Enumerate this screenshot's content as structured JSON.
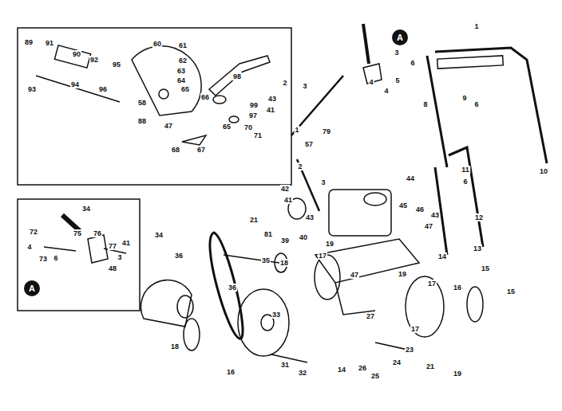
{
  "diagram": {
    "nodes": [
      {
        "text": [
          "A"
        ]
      },
      {
        "text": [
          "A"
        ]
      }
    ],
    "labels": [
      "89",
      "91",
      "90",
      "92",
      "95",
      "93",
      "94",
      "96",
      "60",
      "61",
      "62",
      "63",
      "64",
      "58",
      "65",
      "88",
      "47",
      "66",
      "98",
      "99",
      "97",
      "43",
      "41",
      "65",
      "70",
      "71",
      "68",
      "67",
      "1",
      "3",
      "5",
      "4",
      "4",
      "6",
      "2",
      "3",
      "9",
      "6",
      "8",
      "10",
      "11",
      "6",
      "12",
      "13",
      "14",
      "1",
      "79",
      "57",
      "2",
      "3",
      "42",
      "41",
      "43",
      "44",
      "45",
      "46",
      "43",
      "47",
      "21",
      "81",
      "39",
      "40",
      "19",
      "17",
      "36",
      "35",
      "18",
      "47",
      "19",
      "17",
      "16",
      "15",
      "34",
      "36",
      "33",
      "18",
      "16",
      "31",
      "32",
      "14",
      "27",
      "26",
      "25",
      "24",
      "23",
      "21",
      "19",
      "15",
      "17",
      "34",
      "72",
      "75",
      "76",
      "4",
      "73",
      "6",
      "77",
      "41",
      "3",
      "48"
    ]
  }
}
